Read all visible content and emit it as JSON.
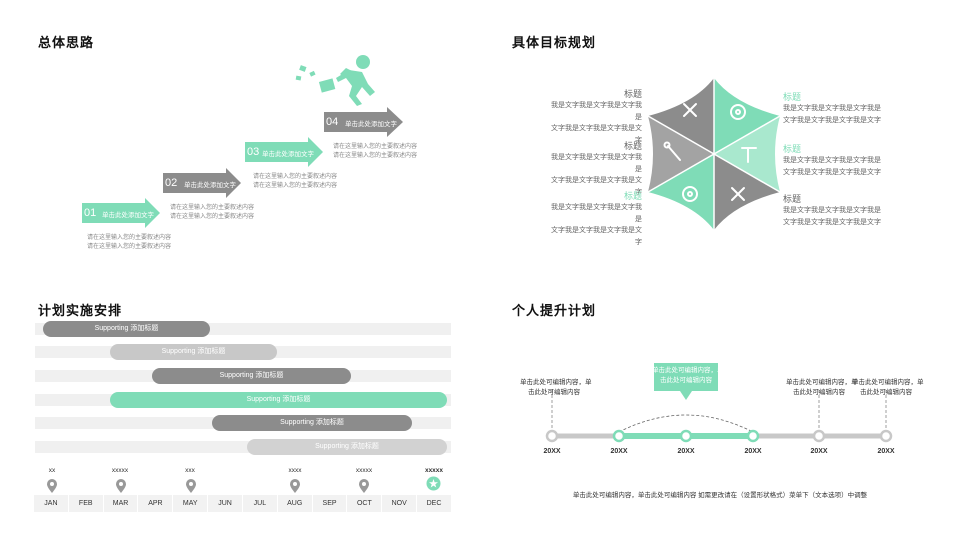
{
  "sections": {
    "overall": "总体思路",
    "goals": "具体目标规划",
    "plan": "计划实施安排",
    "personal": "个人提升计划"
  },
  "colors": {
    "green": "#7fdcb7",
    "gray": "#8c8c8c",
    "light_gray": "#c8c8c8"
  },
  "steps": [
    {
      "num": "01",
      "label": "单击此处添加文字",
      "desc": [
        "请在这里输入您的主要叙述内容",
        "请在这里输入您的主要叙述内容"
      ],
      "below": [
        "请在这里输入您的主要叙述内容",
        "请在这里输入您的主要叙述内容"
      ]
    },
    {
      "num": "02",
      "label": "单击此处添加文字",
      "desc": [
        "请在这里输入您的主要叙述内容",
        "请在这里输入您的主要叙述内容"
      ]
    },
    {
      "num": "03",
      "label": "单击此处添加文字",
      "desc": [
        "请在这里输入您的主要叙述内容",
        "请在这里输入您的主要叙述内容"
      ]
    },
    {
      "num": "04",
      "label": "单击此处添加文字"
    }
  ],
  "goals": {
    "left": [
      {
        "title": "标题",
        "body": [
          "我是文字我是文字我是文字我是",
          "文字我是文字我是文字我是文字"
        ]
      },
      {
        "title": "标题",
        "body": [
          "我是文字我是文字我是文字我是",
          "文字我是文字我是文字我是文字"
        ]
      },
      {
        "title": "标题",
        "body": [
          "我是文字我是文字我是文字我是",
          "文字我是文字我是文字我是文字"
        ]
      }
    ],
    "right": [
      {
        "title": "标题",
        "body": [
          "我是文字我是文字我是文字我是",
          "文字我是文字我是文字我是文字"
        ]
      },
      {
        "title": "标题",
        "body": [
          "我是文字我是文字我是文字我是",
          "文字我是文字我是文字我是文字"
        ]
      },
      {
        "title": "标题",
        "body": [
          "我是文字我是文字我是文字我是",
          "文字我是文字我是文字我是文字"
        ]
      }
    ]
  },
  "gantt": {
    "bars": [
      {
        "label": "Supporting 添加标题"
      },
      {
        "label": "Supporting 添加标题"
      },
      {
        "label": "Supporting 添加标题"
      },
      {
        "label": "Supporting 添加标题"
      },
      {
        "label": "Supporting 添加标题"
      },
      {
        "label": "Supporting 添加标题"
      }
    ],
    "months": [
      "JAN",
      "FEB",
      "MAR",
      "APR",
      "MAY",
      "JUN",
      "JUL",
      "AUG",
      "SEP",
      "OCT",
      "NOV",
      "DEC"
    ],
    "markers": [
      {
        "month": "JAN",
        "value": "xx"
      },
      {
        "month": "MAR",
        "value": "xxxxx"
      },
      {
        "month": "MAY",
        "value": "xxx"
      },
      {
        "month": "AUG",
        "value": "xxxx"
      },
      {
        "month": "OCT",
        "value": "xxxxx"
      },
      {
        "month": "DEC",
        "value": "xxxxx"
      }
    ]
  },
  "timeline": {
    "years": [
      "20XX",
      "20XX",
      "20XX",
      "20XX",
      "20XX",
      "20XX"
    ],
    "top_left": [
      "单击此处可编辑内容，单",
      "击此处可编辑内容"
    ],
    "callout": [
      "单击此处可编辑内容，单",
      "击此处可编辑内容"
    ],
    "top_right_a": [
      "单击此处可编辑内容，单",
      "击此处可编辑内容"
    ],
    "top_right_b": [
      "单击此处可编辑内容，单",
      "击此处可编辑内容"
    ],
    "footer": "单击此处可编辑内容，单击此处可编辑内容 如需更改请在（设置形状格式）菜单下（文本选项）中调整"
  }
}
